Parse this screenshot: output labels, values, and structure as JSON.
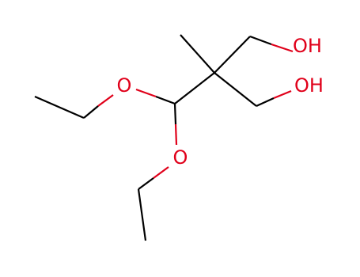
{
  "colors": {
    "carbon_bond": "#000000",
    "oxygen": "#e0001a",
    "background": "#ffffff"
  },
  "molecule": {
    "atoms": [
      {
        "id": "o-hydroxyl-top",
        "label": "OH",
        "element": "O"
      },
      {
        "id": "o-hydroxyl-mid",
        "label": "OH",
        "element": "O"
      },
      {
        "id": "o-ether-left",
        "label": "O",
        "element": "O"
      },
      {
        "id": "o-ether-bottom",
        "label": "O",
        "element": "O"
      }
    ]
  }
}
